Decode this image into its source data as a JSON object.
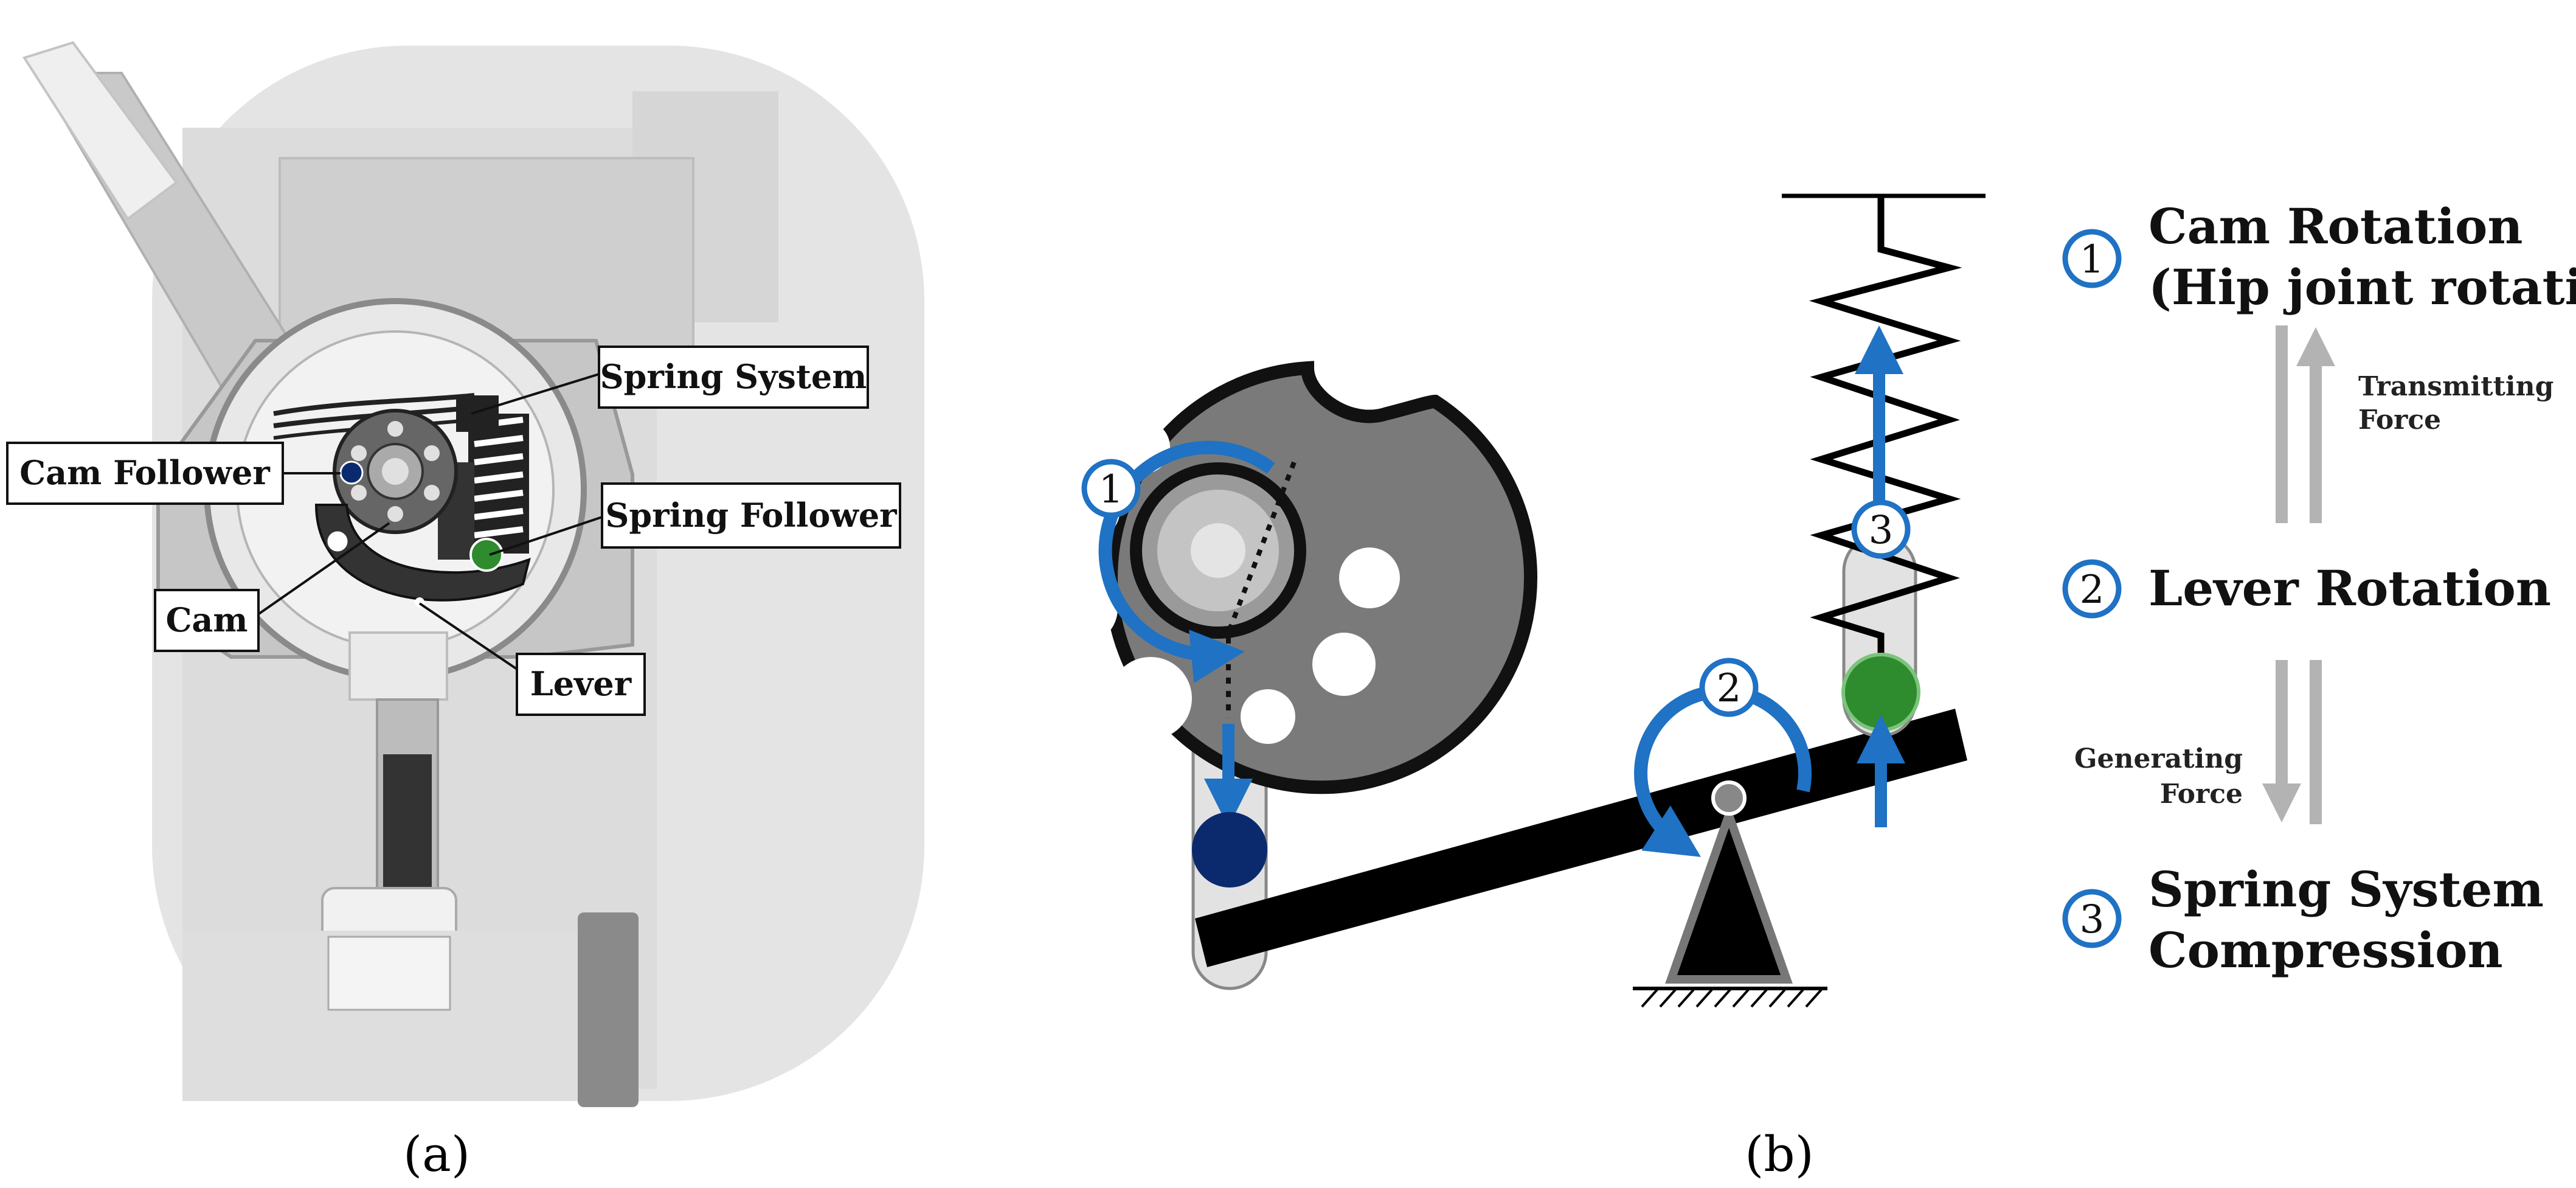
{
  "panel_a": {
    "callouts": {
      "spring_system": "Spring System",
      "cam_follower": "Cam Follower",
      "spring_follower": "Spring Follower",
      "cam": "Cam",
      "lever": "Lever"
    },
    "caption": "(a)"
  },
  "panel_b": {
    "markers": [
      "1",
      "2",
      "3"
    ],
    "steps": [
      {
        "number": "1",
        "line1": "Cam Rotation",
        "line2": "(Hip joint rotation)"
      },
      {
        "number": "2",
        "line1": "Lever Rotation",
        "line2": ""
      },
      {
        "number": "3",
        "line1": "Spring System",
        "line2": "Compression"
      }
    ],
    "forces": {
      "transmitting_1": "Transmitting",
      "transmitting_2": "Force",
      "generating_1": "Generating",
      "generating_2": "Force"
    },
    "caption": "(b)"
  },
  "colors": {
    "accent_blue": "#1f72c4",
    "cam_follower": "#0b2a6e",
    "spring_follower": "#2e8b2e",
    "cam_gray": "#777777",
    "arrow_gray": "#b3b3b3"
  }
}
